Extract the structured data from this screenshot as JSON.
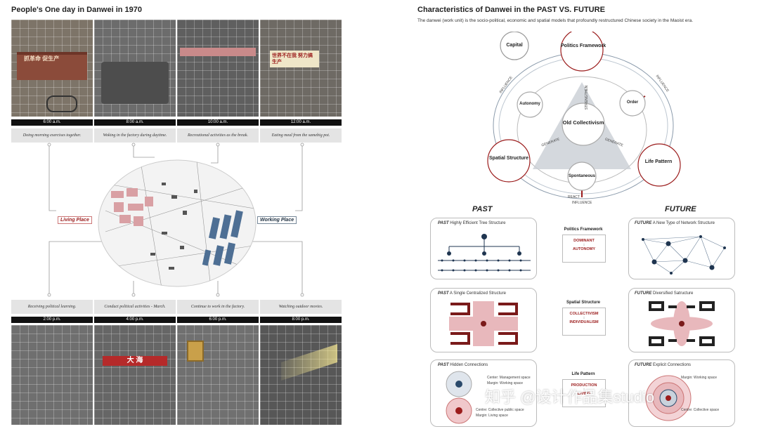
{
  "left": {
    "title": "People's One day in Danwei in 1970",
    "top_times": [
      "6:00 a.m.",
      "8:00 a.m.",
      "10:00 a.m.",
      "12:00 a.m."
    ],
    "top_captions": [
      "Doing morning exercises together.",
      "Woking in the factory during daytime.",
      "Recreational activities as the break.",
      "Eating meal from the samebig pot."
    ],
    "living_place": "Living Place",
    "working_place": "Working Place",
    "bottom_captions": [
      "Receiving political learning.",
      "Conduct political activities - March.",
      "Continue to work in the factory.",
      "Watching outdoor movies."
    ],
    "bottom_times": [
      "2:00 p.m.",
      "4:00 p.m.",
      "6:00 p.m.",
      "8:00 p.m."
    ],
    "banner_text_1": "抓革命 促生产",
    "sign_text": "世界不在我 努力搞生产",
    "banner_text_2": "大 海"
  },
  "right": {
    "title": "Characteristics of Danwei in the PAST VS. FUTURE",
    "subtitle": "The danwei (work unit) is the socio-political, economic and spatial models that profoundly restructured Chinese society in the Maoist era.",
    "cycle": {
      "capital": "Capital",
      "politics": "Politics Framework",
      "spatial": "Spatial Structure",
      "life": "Life Pattern",
      "autonomy": "Autonomy",
      "order": "Order",
      "spontaneous": "Spontaneous",
      "center": "Old Collectivism",
      "influence_left": "INFLUENCE",
      "influence_right": "INFLUENCE",
      "react": "REACT",
      "influence_bottom": "INFLUENCE",
      "strengthen": "STRENGTHEN",
      "generate_left": "GENERATE",
      "generate_right": "GENERATE"
    },
    "past_header": "PAST",
    "future_header": "FUTURE",
    "rows": [
      {
        "past_tag": "PAST",
        "past_label": "Highly Efficient Tree Structure",
        "mid_title": "Politics Framework",
        "mid_top": "DOMINANT",
        "mid_bottom": "AUTONOMY",
        "future_tag": "FUTURE",
        "future_label": "A New Type of Network Structure"
      },
      {
        "past_tag": "PAST",
        "past_label": "A Single Centralized Structure",
        "mid_title": "Spatial Structure",
        "mid_top": "COLLECTIVISM",
        "mid_bottom": "INDIVIDUALISM",
        "future_tag": "FUTURE",
        "future_label": "Diversified Satructure"
      },
      {
        "past_tag": "PAST",
        "past_label": "Hidden Connections",
        "mid_title": "Life Pattern",
        "mid_top": "PRODUCTION",
        "mid_bottom": "LIVING",
        "future_tag": "FUTURE",
        "future_label": "Explicit Connections"
      }
    ],
    "past_diagram_labels": {
      "center_top": "Center: Management space",
      "margin_top": "Margin: Working space",
      "center_bottom": "Centre: Collective public space",
      "margin_bottom": "Margin: Living space"
    },
    "future_diagram_labels": {
      "margin": "Margin: Working space",
      "centre": "Centre: Collective space"
    }
  },
  "watermark": "知乎 @设计作品集studio",
  "colors": {
    "accent_red": "#9b1c1c",
    "accent_blue": "#2b4a6b",
    "panel_grey": "#e4e4e4"
  }
}
